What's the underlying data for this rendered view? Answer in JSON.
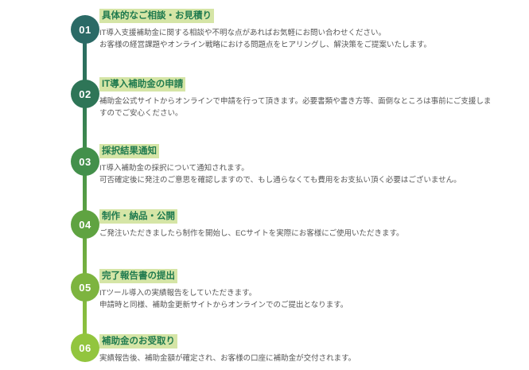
{
  "page": {
    "background_color": "#ffffff",
    "accent_gradient": [
      "#2b6a66",
      "#92c53e"
    ],
    "title_highlight_color": "#d5e5a6",
    "title_text_color": "#1f7a4e",
    "body_text_color": "#555555"
  },
  "timeline": {
    "steps": [
      {
        "number": "01",
        "circle_color": "#2b6a66",
        "title": "具体的なご相談・お見積り",
        "lines": [
          "IT導入支援補助金に関する相談や不明な点があればお気軽にお問い合わせください。",
          "お客様の経営課題やオンライン戦略における問題点をヒアリングし、解決策をご提案いたします。"
        ]
      },
      {
        "number": "02",
        "circle_color": "#2e7557",
        "title": "IT導入補助金の申請",
        "lines": [
          "補助金公式サイトからオンラインで申請を行って頂きます。必要書類や書き方等、面倒なところは事前にご支援しますのでご安心ください。"
        ]
      },
      {
        "number": "03",
        "circle_color": "#43904b",
        "title": "採択結果通知",
        "lines": [
          "IT導入補助金の採択について通知されます。",
          "可否確定後に発注のご意思を確認しますので、もし通らなくても費用をお支払い頂く必要はございません。"
        ]
      },
      {
        "number": "04",
        "circle_color": "#5fa341",
        "title": "制作・納品・公開",
        "lines": [
          "ご発注いただきましたら制作を開始し、ECサイトを実際にお客様にご使用いただきます。"
        ]
      },
      {
        "number": "05",
        "circle_color": "#7db43f",
        "title": "完了報告書の提出",
        "lines": [
          "ITツール導入の実績報告をしていただきます。",
          "申請時と同様、補助金更新サイトからオンラインでのご提出となります。"
        ]
      },
      {
        "number": "06",
        "circle_color": "#92c53e",
        "title": "補助金のお受取り",
        "lines": [
          "実績報告後、補助金額が確定され、お客様の口座に補助金が交付されます。"
        ]
      }
    ]
  }
}
